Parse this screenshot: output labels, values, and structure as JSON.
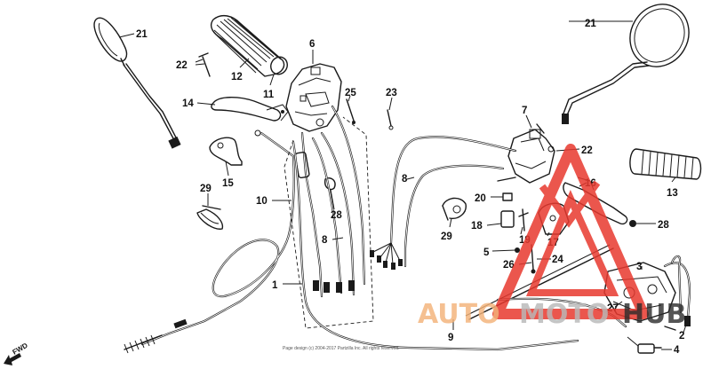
{
  "diagram": {
    "labels": {
      "l21a": "21",
      "l22a": "22",
      "l12": "12",
      "l11": "11",
      "l6": "6",
      "l14": "14",
      "l25": "25",
      "l23": "23",
      "l15": "15",
      "l10": "10",
      "l29a": "29",
      "l28a": "28",
      "l8a": "8",
      "l8b": "8",
      "l1": "1",
      "l7": "7",
      "l21b": "21",
      "l22b": "22",
      "l13": "13",
      "l20": "20",
      "l16": "16",
      "l18": "18",
      "l29b": "29",
      "l19": "19",
      "l17": "17",
      "l28b": "28",
      "l5": "5",
      "l26": "26",
      "l24": "24",
      "l3": "3",
      "l27": "27",
      "l9": "9",
      "l2": "2",
      "l4": "4"
    },
    "fwd_label": "FWD",
    "footer_text": "Page design (c) 2004-2017 Partzilla Inc. All rights reserved."
  },
  "watermark": {
    "word_part1": "AUTO",
    "word_part2": "MOTO",
    "word_part3": "HUB",
    "color_logo": "#e8392f",
    "color_auto": "#f3b37a",
    "color_moto": "#b9b9b9",
    "color_hub": "#2b2b2b"
  }
}
